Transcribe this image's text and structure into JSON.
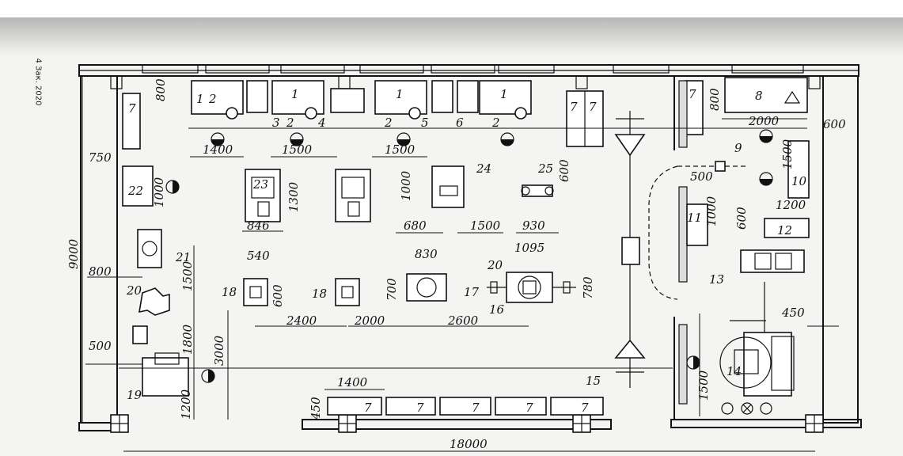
{
  "page_header": {
    "page_label": "4 Зак. 2020"
  },
  "dimensions": {
    "d800_top": "800",
    "d1400_a": "1400",
    "d1500_a": "1500",
    "d1500_b": "1500",
    "d750": "750",
    "d1000_a": "1000",
    "d1300": "1300",
    "d1000_b": "1000",
    "d846": "846",
    "d680": "680",
    "d1500_c": "1500",
    "d930": "930",
    "d600_a": "600",
    "d9000": "9000",
    "d800_left": "800",
    "d540": "540",
    "d600_b": "600",
    "d830": "830",
    "d700": "700",
    "d1095": "1095",
    "d20": "20",
    "d780": "780",
    "d1500_d": "1500",
    "d1800": "1800",
    "d2400": "2400",
    "d2000_a": "2000",
    "d2600": "2600",
    "d3000": "3000",
    "d500_a": "500",
    "d1200_a": "1200",
    "d1400_b": "1400",
    "d450_a": "450",
    "d18000": "18000",
    "d800_right": "800",
    "d2000_b": "2000",
    "d600_c": "600",
    "d1500_e": "1500",
    "d500_b": "500",
    "d1000_c": "1000",
    "d600_d": "600",
    "d1200_b": "1200",
    "d450_b": "450",
    "d1500_f": "1500"
  },
  "equipment_labels": {
    "e1a": "1",
    "e2a": "2",
    "e3": "3",
    "e1b": "1",
    "e2b": "2",
    "e4": "4",
    "e1c": "1",
    "e2c": "2",
    "e5": "5",
    "e6": "6",
    "e1d": "1",
    "e2d": "2",
    "e7_left": "7",
    "e7_top_a": "7",
    "e7_top_b": "7",
    "e7_right": "7",
    "e8": "8",
    "e9": "9",
    "e10": "10",
    "e11": "11",
    "e12": "12",
    "e13": "13",
    "e14": "14",
    "e15": "15",
    "e16": "16",
    "e17": "17",
    "e18a": "18",
    "e18b": "18",
    "e19": "19",
    "e20a": "20",
    "e21": "21",
    "e22": "22",
    "e23": "23",
    "e24": "24",
    "e25": "25",
    "e7_bottom_1": "7",
    "e7_bottom_2": "7",
    "e7_bottom_3": "7",
    "e7_bottom_4": "7",
    "e7_bottom_5": "7"
  }
}
